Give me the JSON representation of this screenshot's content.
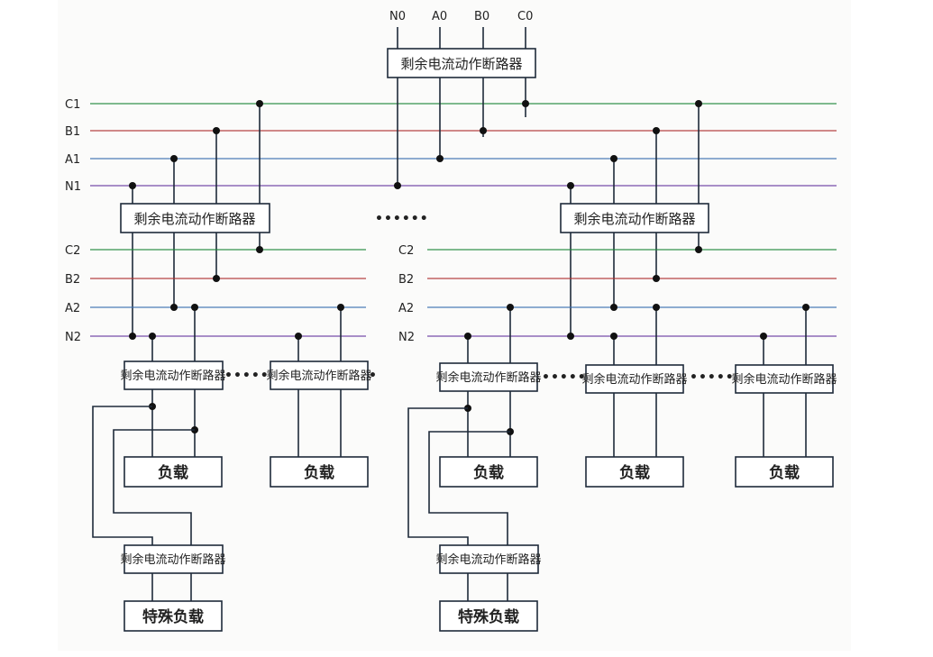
{
  "source_labels": {
    "n0": "N0",
    "a0": "A0",
    "b0": "B0",
    "c0": "C0"
  },
  "bus_level1": {
    "c1": "C1",
    "b1": "B1",
    "a1": "A1",
    "n1": "N1"
  },
  "bus_level2": {
    "c2": "C2",
    "b2": "B2",
    "a2": "A2",
    "n2": "N2"
  },
  "rcd_label": "剩余电流动作断路器",
  "load_label": "负载",
  "special_load_label": "特殊负载",
  "ellipsis_dots": "••••••",
  "ellipsis_dot_single": "•",
  "wire_colors": {
    "c_line": "#1f8a3a",
    "b_line": "#b03030",
    "a_line": "#3a6fb0",
    "n_line": "#6a3aa0"
  }
}
